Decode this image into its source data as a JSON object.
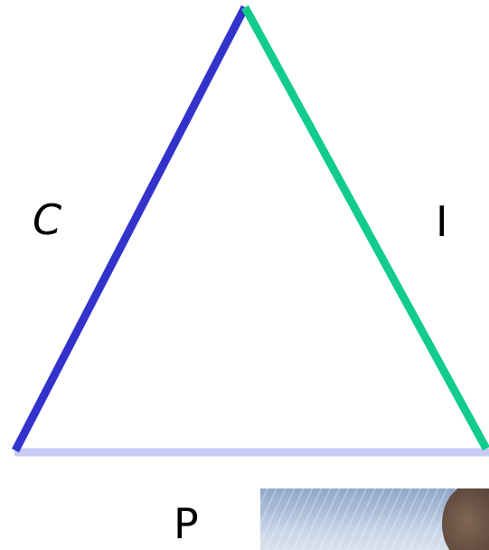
{
  "labels": {
    "left_side": "C",
    "right_side": "I",
    "base": "P"
  },
  "colors": {
    "left_side": "#3333cc",
    "right_side": "#11cc8a",
    "base": "#c8ccf4",
    "text": "#000000"
  },
  "photo": {
    "icon": "photo-thumbnail-icon"
  }
}
